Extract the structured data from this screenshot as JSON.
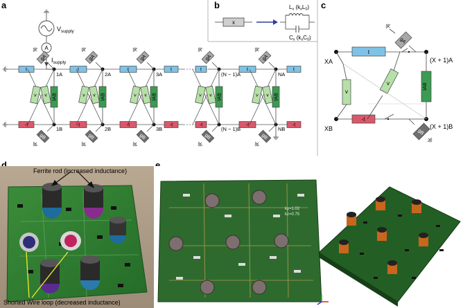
{
  "panel_labels": {
    "a": "a",
    "b": "b",
    "c": "c",
    "d": "d",
    "e": "e"
  },
  "panel_a": {
    "vsupply_main": "V",
    "vsupply_sub": "supply",
    "isupply_main": "I",
    "isupply_sub": "supply",
    "ammeter": "A",
    "res_t": "t",
    "res_neg_t": "-t",
    "res_ga": "gA",
    "res_gb": "gB",
    "res_v": "v",
    "res_tab": "tAB",
    "nodes_top": [
      "1A",
      "2A",
      "3A",
      "(N − 1)A",
      "NA"
    ],
    "nodes_bottom": [
      "1B",
      "2B",
      "3B",
      "(N − 1)B",
      "NB"
    ]
  },
  "panel_b": {
    "box_x": "x",
    "lx_label": "L",
    "lx_sub": "x",
    "lx_args": "(k",
    "lx_args_sub": "x",
    "lx_args_l": "L",
    "lx_args_l_sub": "0",
    "lx_args_end": ")",
    "cx_label": "C",
    "cx_sub": "x",
    "cx_args": "(k",
    "cx_args_sub": "x",
    "cx_args_c": "C",
    "cx_args_c_sub": "0",
    "cx_args_end": ")"
  },
  "panel_c": {
    "node_xa": "XA",
    "node_xb": "XB",
    "node_x1a": "(X + 1)A",
    "node_x1b": "(X + 1)B",
    "res_t": "t",
    "res_neg_t": "-t",
    "res_v": "v",
    "res_tab": "tAB",
    "res_ga": "gA",
    "res_gb": "gB"
  },
  "panel_d": {
    "ferrite_label": "Ferrite rod (increased inductance)",
    "shorted_label": "Shorted Wire loop (decreased inductance)"
  },
  "panel_e": {
    "annotation_ky": "ky=1.02",
    "annotation_kz": "kz=0.75"
  },
  "colors": {
    "t_blue": "#7ec3e6",
    "neg_t_red": "#d9586a",
    "v_green": "#b6e0a8",
    "tab_green": "#3d9a52",
    "ga_gray": "#a8a8a8",
    "gb_gray": "#6f6f6f",
    "pcb_green": "#2f6b2f",
    "coil_orange": "#c8661e"
  }
}
